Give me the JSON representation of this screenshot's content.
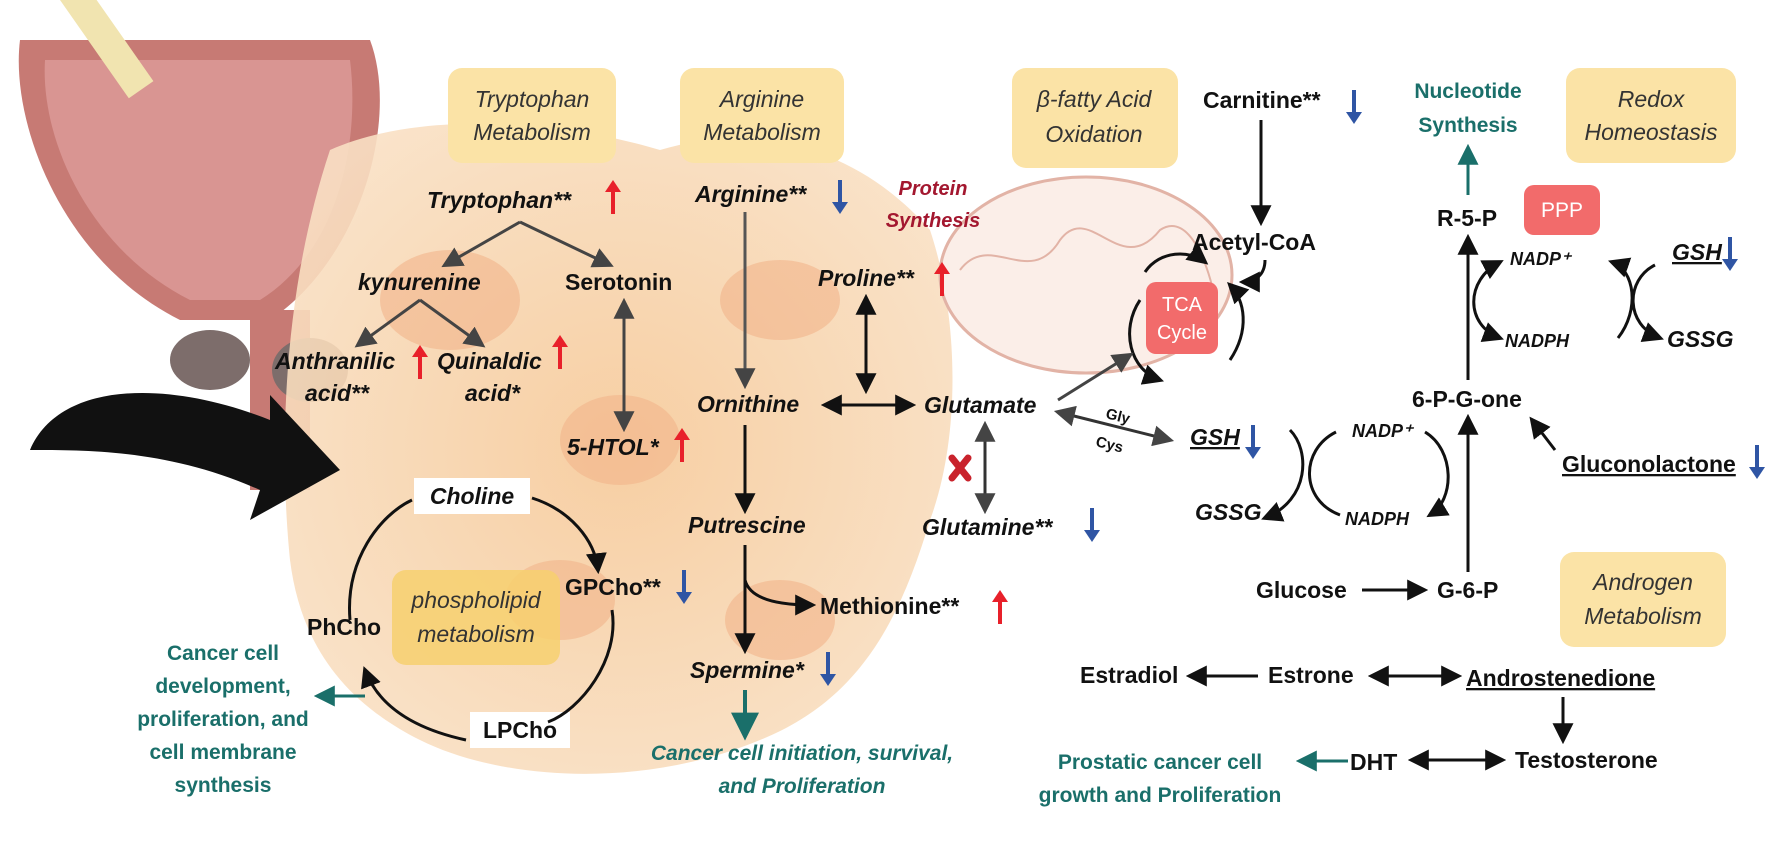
{
  "pathway_titles": {
    "tryptophan": [
      "Tryptophan",
      "Metabolism"
    ],
    "arginine": [
      "Arginine",
      "Metabolism"
    ],
    "fatty_acid": [
      "β-fatty Acid",
      "Oxidation"
    ],
    "redox": [
      "Redox",
      "Homeostasis"
    ],
    "androgen": [
      "Androgen",
      "Metabolism"
    ],
    "phospholipid": [
      "phospholipid",
      "metabolism"
    ]
  },
  "metabolites": {
    "tryptophan": "Tryptophan**",
    "kynurenine": "kynurenine",
    "serotonin": "Serotonin",
    "anthranilic": [
      "Anthranilic",
      "acid**"
    ],
    "quinaldic": [
      "Quinaldic",
      "acid*"
    ],
    "htol": "5-HTOL*",
    "arginine": "Arginine**",
    "ornithine": "Ornithine",
    "putrescine": "Putrescine",
    "spermine": "Spermine*",
    "proline": "Proline**",
    "glutamate": "Glutamate",
    "glutamine": "Glutamine**",
    "methionine": "Methionine**",
    "choline": "Choline",
    "gpcho": "GPCho**",
    "phcho": "PhCho",
    "lpcho": "LPCho",
    "carnitine": "Carnitine**",
    "acetyl_coa": "Acetyl-CoA",
    "tca": [
      "TCA",
      "Cycle"
    ],
    "gly": "Gly",
    "cys": "Cys",
    "gsh_left": "GSH",
    "gssg_left": "GSSG",
    "nadp_left": "NADP⁺",
    "nadph_left": "NADPH",
    "glucose": "Glucose",
    "g6p": "G-6-P",
    "sixpg": "6-P-G-one",
    "gluconolactone": "Gluconolactone",
    "r5p": "R-5-P",
    "ppp": "PPP",
    "nadp_right": "NADP⁺",
    "nadph_right": "NADPH",
    "gsh_right": "GSH",
    "gssg_right": "GSSG",
    "estradiol": "Estradiol",
    "estrone": "Estrone",
    "androstenedione": "Androstenedione",
    "testosterone": "Testosterone",
    "dht": "DHT"
  },
  "outcomes": {
    "protein_synthesis": [
      "Protein",
      "Synthesis"
    ],
    "nucleotide_synthesis": [
      "Nucleotide",
      "Synthesis"
    ],
    "cancer_dev": [
      "Cancer cell",
      "development,",
      "proliferation, and",
      "cell membrane",
      "synthesis"
    ],
    "cancer_init": [
      "Cancer cell initiation, survival,",
      "and Proliferation"
    ],
    "prostatic": [
      "Prostatic cancer cell",
      "growth and Proliferation"
    ]
  },
  "colors": {
    "up_arrow": "#e8202a",
    "down_arrow": "#2f55a4",
    "outcome_teal": "#1a6f6a",
    "title_box": "#fbe3a6",
    "ppp_box": "#f26b6b",
    "protein_red": "#a3172f"
  }
}
